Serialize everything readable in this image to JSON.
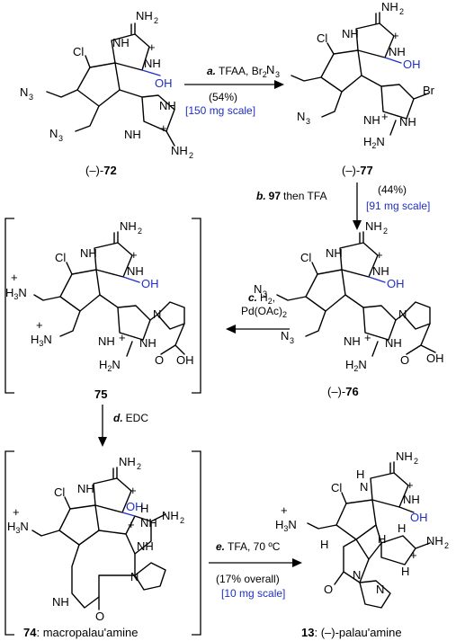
{
  "colors": {
    "accent_blue": "#1f2fc4",
    "ink": "#000000"
  },
  "steps": {
    "a": {
      "letter": "a.",
      "reagents": "TFAA, Br",
      "reagents_sub": "2",
      "yield": "(54%)",
      "scale": "[150 mg scale]"
    },
    "b": {
      "letter": "b.",
      "compound": "97",
      "text": "then TFA",
      "yield": "(44%)",
      "scale": "[91 mg scale]"
    },
    "c": {
      "letter": "c.",
      "line1": "H",
      "line1_sub": "2",
      "line1_tail": ",",
      "line2": "Pd(OAc)",
      "line2_sub": "2"
    },
    "d": {
      "letter": "d.",
      "text": "EDC"
    },
    "e": {
      "letter": "e.",
      "text": "TFA, 70 ºC",
      "yield": "(17% overall)",
      "scale": "[10 mg scale]"
    }
  },
  "compounds": {
    "c72": {
      "prefix": "(–)-",
      "number": "72"
    },
    "c77": {
      "prefix": "(–)-",
      "number": "77"
    },
    "c76": {
      "prefix": "(–)-",
      "number": "76"
    },
    "c75": {
      "number": "75"
    },
    "c74": {
      "number": "74",
      "name": ": macropalau'amine"
    },
    "c13": {
      "number": "13",
      "name": ": (–)-palau'amine"
    }
  },
  "atoms": {
    "nh2": "NH",
    "two": "2",
    "cl": "Cl",
    "nh": "NH",
    "oh": "OH",
    "h": "H",
    "n3": "N",
    "three": "3",
    "h3n": "H",
    "br": "Br",
    "n": "N",
    "o": "O",
    "plus": "+",
    "h2n": "H",
    "ooh": "OH"
  }
}
